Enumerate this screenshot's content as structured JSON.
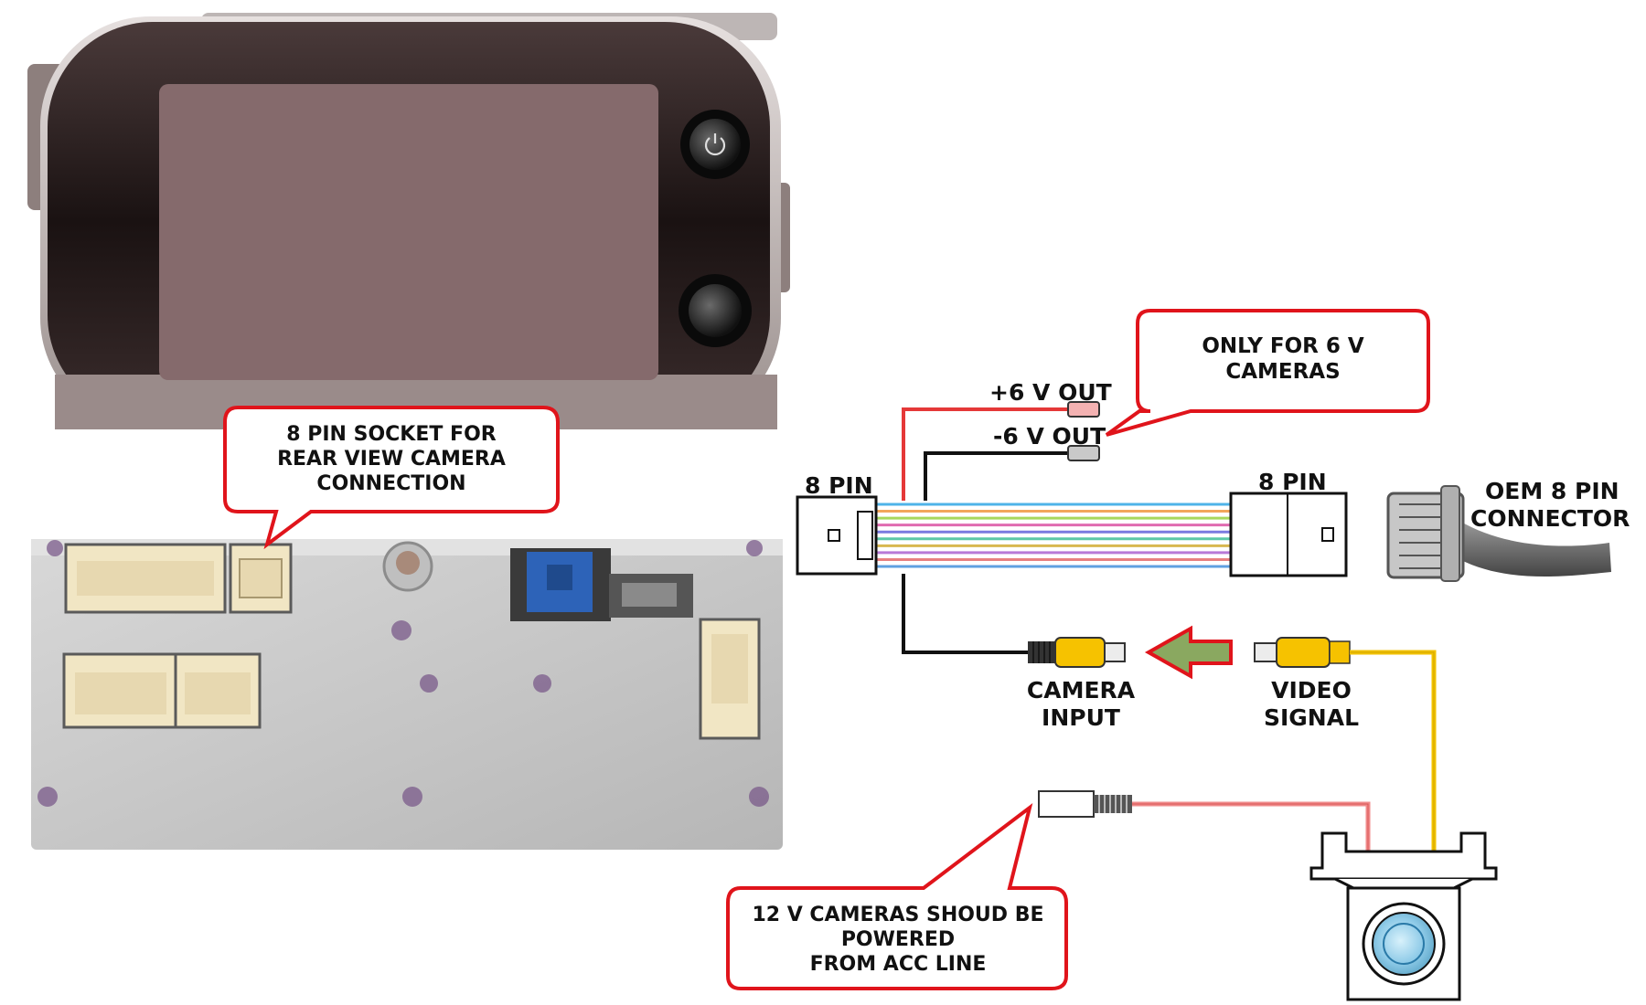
{
  "callouts": {
    "socket": [
      "8 PIN SOCKET FOR",
      "REAR VIEW CAMERA",
      "CONNECTION"
    ],
    "six_volt": [
      "ONLY FOR 6 V",
      "CAMERAS"
    ],
    "acc": [
      "12 V CAMERAS SHOUD BE",
      "POWERED",
      "FROM ACC LINE"
    ]
  },
  "labels": {
    "plus6": "+6 V OUT",
    "minus6": "-6 V OUT",
    "pin_left": "8 PIN",
    "pin_right": "8 PIN",
    "oem": [
      "OEM 8 PIN",
      "CONNECTOR"
    ],
    "camera_input": [
      "CAMERA",
      "INPUT"
    ],
    "video_signal": [
      "VIDEO",
      "SIGNAL"
    ]
  },
  "colors": {
    "callout_border": "#e0141b",
    "red_wire": "#e53838",
    "black_wire": "#111111",
    "yellow_wire": "#f2c200",
    "pink_wire": "#f08a8a",
    "arrow_fill": "#8aa860",
    "screen": "#856a6c",
    "bezel": "#2a1d1d",
    "unit_body": "#c9c9c9"
  },
  "ribbon_colors": [
    "#4fb3e8",
    "#f2a65a",
    "#a8d85c",
    "#e06bb0",
    "#7a7ae0",
    "#5cc8a8",
    "#d8b84f",
    "#b87ad8",
    "#e88080",
    "#60a0e0"
  ],
  "icons": [
    "power-icon",
    "knob-icon",
    "camera-lens-icon",
    "rca-plug-icon",
    "connector-icon"
  ]
}
